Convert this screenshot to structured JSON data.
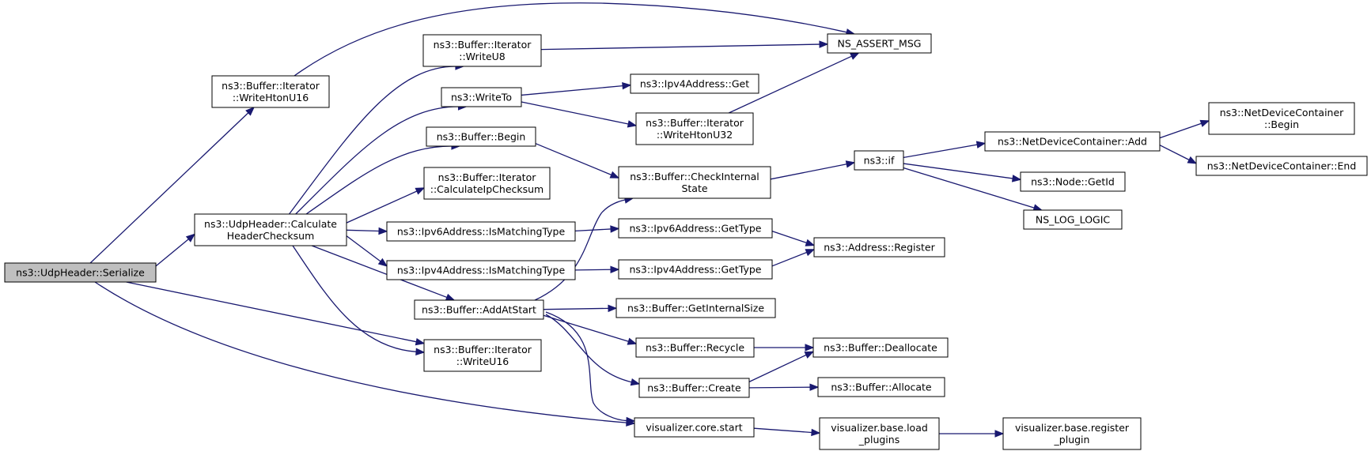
{
  "diagram": {
    "type": "call-graph",
    "colors": {
      "edge": "#191970",
      "root_fill": "#bfbfbf",
      "node_fill": "#ffffff",
      "node_stroke": "#000000"
    },
    "nodes": [
      {
        "id": "serialize",
        "lines": [
          "ns3::UdpHeader::Serialize"
        ],
        "root": true
      },
      {
        "id": "writehtonu16",
        "lines": [
          "ns3::Buffer::Iterator",
          "::WriteHtonU16"
        ]
      },
      {
        "id": "calcheader",
        "lines": [
          "ns3::UdpHeader::Calculate",
          "HeaderChecksum"
        ]
      },
      {
        "id": "writeu8",
        "lines": [
          "ns3::Buffer::Iterator",
          "::WriteU8"
        ]
      },
      {
        "id": "writeto",
        "lines": [
          "ns3::WriteTo"
        ]
      },
      {
        "id": "bufbegin",
        "lines": [
          "ns3::Buffer::Begin"
        ]
      },
      {
        "id": "calcip",
        "lines": [
          "ns3::Buffer::Iterator",
          "::CalculateIpChecksum"
        ]
      },
      {
        "id": "ipv6match",
        "lines": [
          "ns3::Ipv6Address::IsMatchingType"
        ]
      },
      {
        "id": "ipv4match",
        "lines": [
          "ns3::Ipv4Address::IsMatchingType"
        ]
      },
      {
        "id": "addatstart",
        "lines": [
          "ns3::Buffer::AddAtStart"
        ]
      },
      {
        "id": "writeu16",
        "lines": [
          "ns3::Buffer::Iterator",
          "::WriteU16"
        ]
      },
      {
        "id": "assert",
        "lines": [
          "NS_ASSERT_MSG"
        ]
      },
      {
        "id": "ipv4get",
        "lines": [
          "ns3::Ipv4Address::Get"
        ]
      },
      {
        "id": "writehtonu32",
        "lines": [
          "ns3::Buffer::Iterator",
          "::WriteHtonU32"
        ]
      },
      {
        "id": "checkinternal",
        "lines": [
          "ns3::Buffer::CheckInternal",
          "State"
        ]
      },
      {
        "id": "ipv6gettype",
        "lines": [
          "ns3::Ipv6Address::GetType"
        ]
      },
      {
        "id": "ipv4gettype",
        "lines": [
          "ns3::Ipv4Address::GetType"
        ]
      },
      {
        "id": "getinternalsize",
        "lines": [
          "ns3::Buffer::GetInternalSize"
        ]
      },
      {
        "id": "recycle",
        "lines": [
          "ns3::Buffer::Recycle"
        ]
      },
      {
        "id": "create",
        "lines": [
          "ns3::Buffer::Create"
        ]
      },
      {
        "id": "vizstart",
        "lines": [
          "visualizer.core.start"
        ]
      },
      {
        "id": "nsif",
        "lines": [
          "ns3::if"
        ]
      },
      {
        "id": "addrregister",
        "lines": [
          "ns3::Address::Register"
        ]
      },
      {
        "id": "deallocate",
        "lines": [
          "ns3::Buffer::Deallocate"
        ]
      },
      {
        "id": "allocate",
        "lines": [
          "ns3::Buffer::Allocate"
        ]
      },
      {
        "id": "loadplugins",
        "lines": [
          "visualizer.base.load",
          "_plugins"
        ]
      },
      {
        "id": "ndcadd",
        "lines": [
          "ns3::NetDeviceContainer::Add"
        ]
      },
      {
        "id": "nodegetid",
        "lines": [
          "ns3::Node::GetId"
        ]
      },
      {
        "id": "nslog",
        "lines": [
          "NS_LOG_LOGIC"
        ]
      },
      {
        "id": "registerplugin",
        "lines": [
          "visualizer.base.register",
          "_plugin"
        ]
      },
      {
        "id": "ndcbegin",
        "lines": [
          "ns3::NetDeviceContainer",
          "::Begin"
        ]
      },
      {
        "id": "ndcend",
        "lines": [
          "ns3::NetDeviceContainer::End"
        ]
      }
    ],
    "edges": [
      [
        "serialize",
        "writehtonu16"
      ],
      [
        "serialize",
        "calcheader"
      ],
      [
        "serialize",
        "writeu16"
      ],
      [
        "serialize",
        "vizstart"
      ],
      [
        "writehtonu16",
        "assert"
      ],
      [
        "calcheader",
        "writeu8"
      ],
      [
        "calcheader",
        "writeto"
      ],
      [
        "calcheader",
        "bufbegin"
      ],
      [
        "calcheader",
        "calcip"
      ],
      [
        "calcheader",
        "ipv6match"
      ],
      [
        "calcheader",
        "ipv4match"
      ],
      [
        "calcheader",
        "addatstart"
      ],
      [
        "calcheader",
        "writeu16"
      ],
      [
        "writeu8",
        "assert"
      ],
      [
        "writeto",
        "ipv4get"
      ],
      [
        "writeto",
        "writehtonu32"
      ],
      [
        "writehtonu32",
        "assert"
      ],
      [
        "bufbegin",
        "checkinternal"
      ],
      [
        "ipv6match",
        "ipv6gettype"
      ],
      [
        "ipv4match",
        "ipv4gettype"
      ],
      [
        "addatstart",
        "checkinternal"
      ],
      [
        "addatstart",
        "getinternalsize"
      ],
      [
        "addatstart",
        "recycle"
      ],
      [
        "addatstart",
        "create"
      ],
      [
        "addatstart",
        "vizstart"
      ],
      [
        "checkinternal",
        "nsif"
      ],
      [
        "nsif",
        "ndcadd"
      ],
      [
        "nsif",
        "nodegetid"
      ],
      [
        "nsif",
        "nslog"
      ],
      [
        "ndcadd",
        "ndcbegin"
      ],
      [
        "ndcadd",
        "ndcend"
      ],
      [
        "ipv6gettype",
        "addrregister"
      ],
      [
        "ipv4gettype",
        "addrregister"
      ],
      [
        "recycle",
        "deallocate"
      ],
      [
        "create",
        "deallocate"
      ],
      [
        "create",
        "allocate"
      ],
      [
        "vizstart",
        "loadplugins"
      ],
      [
        "loadplugins",
        "registerplugin"
      ]
    ]
  }
}
